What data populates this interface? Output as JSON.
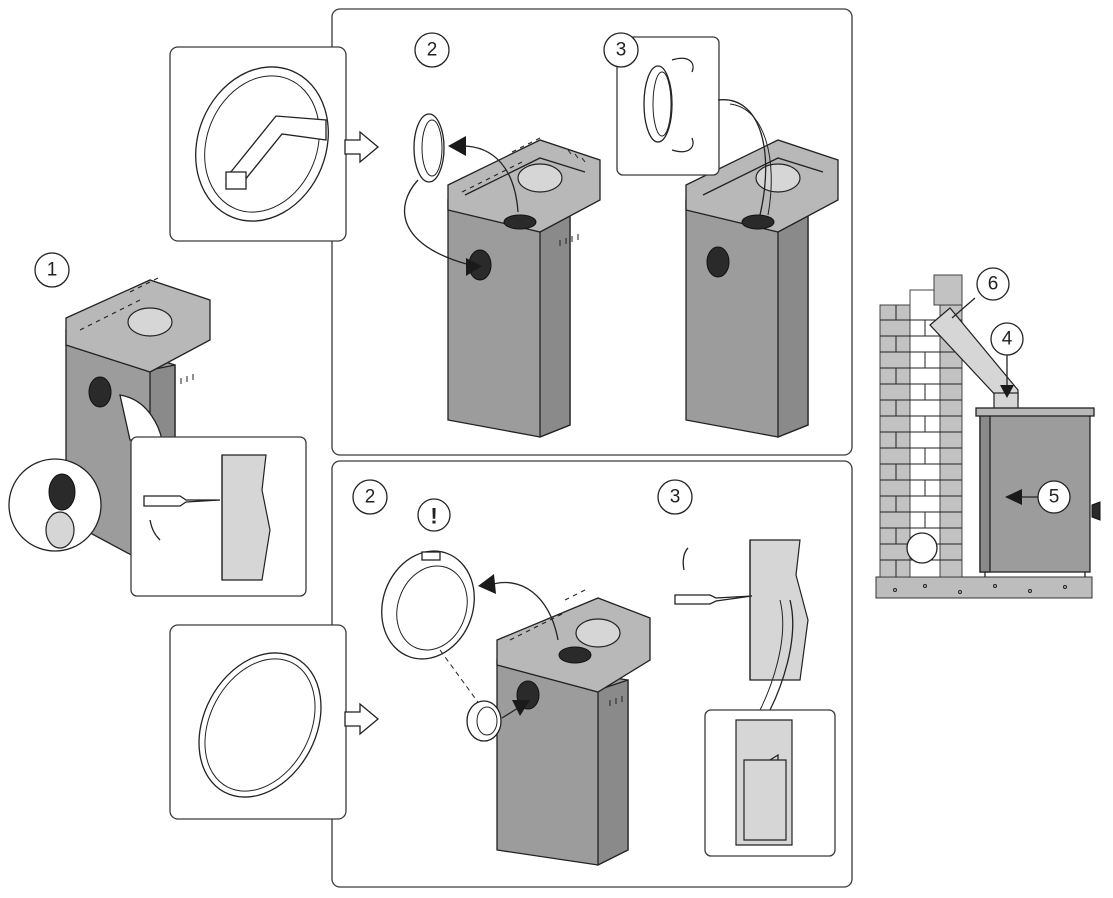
{
  "labels": {
    "step1": "1",
    "top_step2": "2",
    "top_step3": "3",
    "bottom_step2": "2",
    "bottom_step3": "3",
    "side4": "4",
    "side5": "5",
    "side6": "6",
    "warning": "!"
  }
}
